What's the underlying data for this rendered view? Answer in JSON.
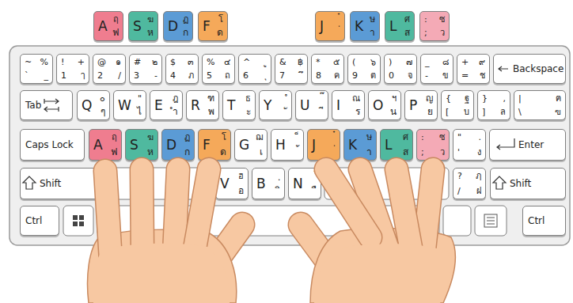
{
  "diagram": {
    "nodes": [
      {
        "text": [
          "A",
          "ฤ",
          "ฟ"
        ]
      },
      {
        "text": [
          "S",
          "ฆ",
          "ห"
        ]
      },
      {
        "text": [
          "D",
          "ฏ",
          "ก"
        ]
      },
      {
        "text": [
          "F",
          "โ",
          "ด"
        ]
      },
      {
        "text": [
          "J",
          "๋",
          "่"
        ]
      },
      {
        "text": [
          "K",
          "ษ",
          "า"
        ]
      },
      {
        "text": [
          "L",
          "ศ",
          "ส"
        ]
      },
      {
        "text": [
          ":",
          "ซ",
          ";",
          "ว"
        ]
      },
      {
        "text": [
          "~",
          "%",
          "`",
          "_"
        ]
      },
      {
        "text": [
          "!",
          "+",
          "1",
          "ๅ"
        ]
      },
      {
        "text": [
          "@",
          "๑",
          "2",
          "/"
        ]
      },
      {
        "text": [
          "#",
          "๒",
          "3",
          "-"
        ]
      },
      {
        "text": [
          "$",
          "๓",
          "4",
          "ภ"
        ]
      },
      {
        "text": [
          "%",
          "๔",
          "5",
          "ถ"
        ]
      },
      {
        "text": [
          "^",
          "ู",
          "6",
          "ุ"
        ]
      },
      {
        "text": [
          "&",
          "฿",
          "7",
          "ึ"
        ]
      },
      {
        "text": [
          "*",
          "๕",
          "8",
          "ค"
        ]
      },
      {
        "text": [
          "(",
          "๖",
          "9",
          "ต"
        ]
      },
      {
        "text": [
          ")",
          "๗",
          "0",
          "จ"
        ]
      },
      {
        "text": [
          "_",
          "๘",
          "-",
          "ข"
        ]
      },
      {
        "text": [
          "+",
          "๙",
          "=",
          "ช"
        ]
      },
      {
        "text": [
          "Backspace"
        ]
      },
      {
        "text": [
          "Tab"
        ]
      },
      {
        "text": [
          "Q",
          "๐",
          "ๆ"
        ]
      },
      {
        "text": [
          "W",
          "\"",
          "ไ"
        ]
      },
      {
        "text": [
          "E",
          "ฎ",
          "ำ"
        ]
      },
      {
        "text": [
          "R",
          "ฑ",
          "พ"
        ]
      },
      {
        "text": [
          "T",
          "ธ",
          "ะ"
        ]
      },
      {
        "text": [
          "Y",
          "ํ",
          "ั"
        ]
      },
      {
        "text": [
          "U",
          "๊",
          "ี"
        ]
      },
      {
        "text": [
          "I",
          "ณ",
          "ร"
        ]
      },
      {
        "text": [
          "O",
          "ฯ",
          "น"
        ]
      },
      {
        "text": [
          "P",
          "ญ",
          "ย"
        ]
      },
      {
        "text": [
          "{",
          "ฐ",
          "[",
          "บ"
        ]
      },
      {
        "text": [
          "}",
          ",",
          "]",
          "ล"
        ]
      },
      {
        "text": [
          "|",
          "ฅ",
          "\\",
          "ฃ"
        ]
      },
      {
        "text": [
          "Caps Lock"
        ]
      },
      {
        "text": [
          "A",
          "ฤ",
          "ฟ"
        ]
      },
      {
        "text": [
          "S",
          "ฆ",
          "ห"
        ]
      },
      {
        "text": [
          "D",
          "ฏ",
          "ก"
        ]
      },
      {
        "text": [
          "F",
          "โ",
          "ด"
        ]
      },
      {
        "text": [
          "G",
          "ฌ",
          "เ"
        ]
      },
      {
        "text": [
          "H",
          "็",
          "้"
        ]
      },
      {
        "text": [
          "J",
          "๋",
          "่"
        ]
      },
      {
        "text": [
          "K",
          "ษ",
          "า"
        ]
      },
      {
        "text": [
          "L",
          "ศ",
          "ส"
        ]
      },
      {
        "text": [
          ":",
          "ซ",
          ";",
          "ว"
        ]
      },
      {
        "text": [
          "\"",
          ".",
          "'",
          "ง"
        ]
      },
      {
        "text": [
          "Enter"
        ]
      },
      {
        "text": [
          "Shift"
        ]
      },
      {
        "text": [
          "V",
          "ฮ",
          "อ"
        ]
      },
      {
        "text": [
          "B",
          "ฺ",
          "ิ"
        ]
      },
      {
        "text": [
          "N",
          "์",
          "ื"
        ]
      },
      {
        "text": [
          "?",
          "ฦ",
          "/",
          "ฝ"
        ]
      },
      {
        "text": [
          "Shift"
        ]
      },
      {
        "text": [
          "Ctrl"
        ]
      },
      {
        "text": [
          "Ctrl"
        ]
      }
    ]
  }
}
